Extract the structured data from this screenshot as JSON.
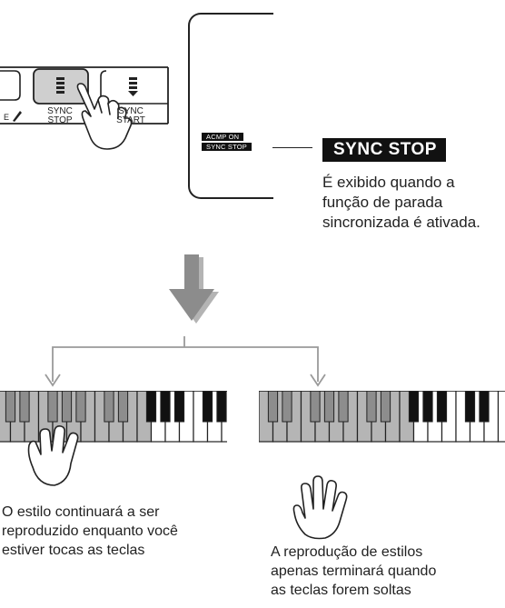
{
  "panel": {
    "sync_stop_button_label": [
      "SYNC",
      "STOP"
    ],
    "sync_start_button_label": [
      "SYNC",
      "START"
    ]
  },
  "display": {
    "acmp_on": "ACMP ON",
    "sync_stop_small": "SYNC STOP",
    "sync_stop_label": "SYNC STOP",
    "description": [
      "É exibido quando a",
      "função de parada",
      "sincronizada é ativada."
    ]
  },
  "captions": {
    "left": [
      "O estilo continuará a ser",
      "reproduzido enquanto você",
      "estiver tocas as teclas"
    ],
    "right": [
      "A reprodução de estilos",
      "apenas terminará quando",
      "as teclas forem soltas"
    ]
  },
  "colors": {
    "arrow": "#8c8c8c",
    "connector": "#9a9a9a",
    "pressed_keys": "#b5b5b5",
    "button_face": "#cfcfcf",
    "label_bg": "#111111"
  }
}
